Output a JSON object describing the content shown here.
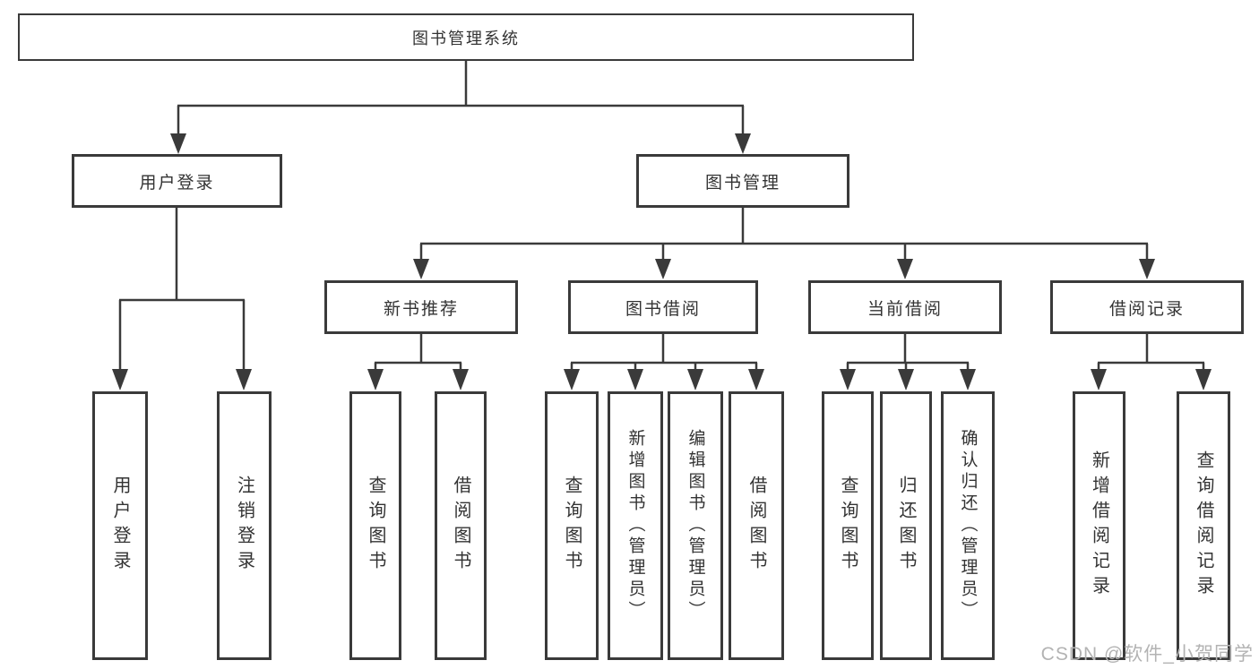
{
  "diagram": {
    "root": "图书管理系统",
    "level2": [
      {
        "label": "用户登录",
        "children": [
          "用户登录",
          "注销登录"
        ]
      },
      {
        "label": "图书管理"
      }
    ],
    "level3": [
      {
        "label": "新书推荐",
        "children": [
          "查询图书",
          "借阅图书"
        ]
      },
      {
        "label": "图书借阅",
        "children": [
          "查询图书",
          "新增图书（管理员）",
          "编辑图书（管理员）",
          "借阅图书"
        ]
      },
      {
        "label": "当前借阅",
        "children": [
          "查询图书",
          "归还图书",
          "确认归还（管理员）"
        ]
      },
      {
        "label": "借阅记录",
        "children": [
          "新增借阅记录",
          "查询借阅记录"
        ]
      }
    ]
  },
  "watermark": "CSDN @软件_小贺同学",
  "colors": {
    "line": "#3a3a3a",
    "text": "#333333",
    "background": "#ffffff",
    "watermark": "#b3b3b3"
  }
}
